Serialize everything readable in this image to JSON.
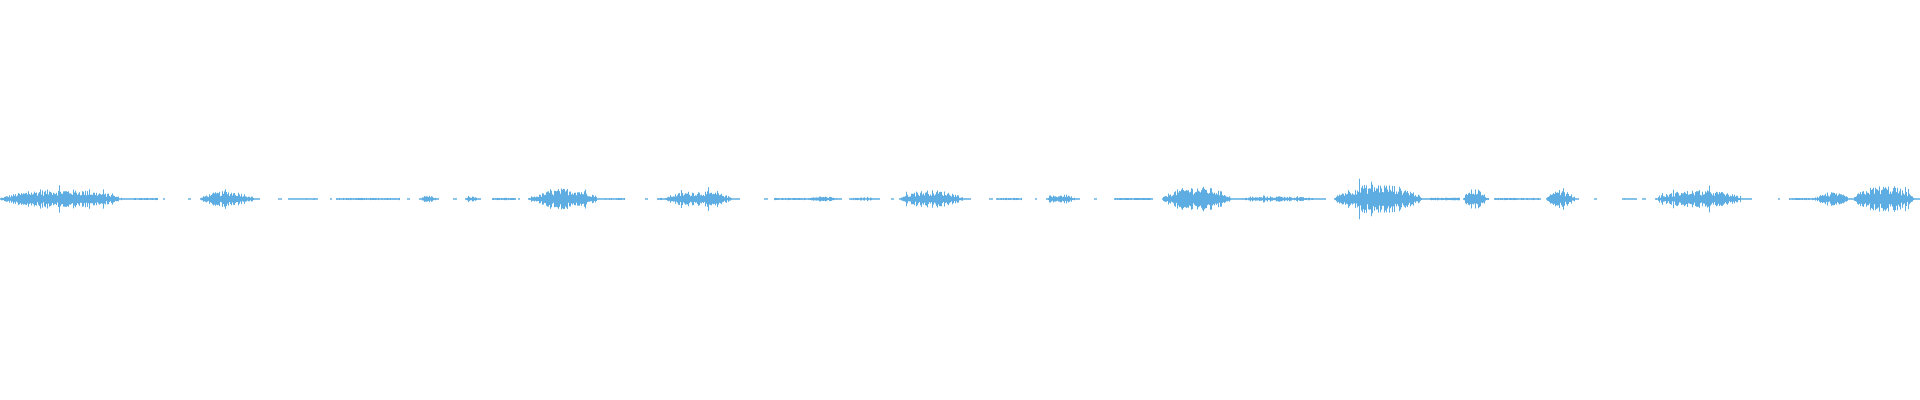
{
  "waveform": {
    "wave_color": "#5dade2",
    "background_color": "#ffffff",
    "peak_scale": 0.045,
    "segments": [
      {
        "start": 0.0,
        "end": 0.07,
        "amp": 0.55,
        "noisy": true
      },
      {
        "start": 0.07,
        "end": 0.082,
        "amp": 0.1,
        "noisy": false
      },
      {
        "start": 0.104,
        "end": 0.135,
        "amp": 0.45,
        "noisy": true
      },
      {
        "start": 0.15,
        "end": 0.165,
        "amp": 0.08,
        "noisy": false
      },
      {
        "start": 0.175,
        "end": 0.208,
        "amp": 0.1,
        "noisy": false
      },
      {
        "start": 0.218,
        "end": 0.228,
        "amp": 0.2,
        "noisy": true
      },
      {
        "start": 0.242,
        "end": 0.25,
        "amp": 0.15,
        "noisy": true
      },
      {
        "start": 0.256,
        "end": 0.268,
        "amp": 0.1,
        "noisy": false
      },
      {
        "start": 0.275,
        "end": 0.282,
        "amp": 0.15,
        "noisy": true
      },
      {
        "start": 0.278,
        "end": 0.315,
        "amp": 0.6,
        "noisy": true
      },
      {
        "start": 0.315,
        "end": 0.325,
        "amp": 0.1,
        "noisy": false
      },
      {
        "start": 0.342,
        "end": 0.35,
        "amp": 0.1,
        "noisy": false
      },
      {
        "start": 0.346,
        "end": 0.385,
        "amp": 0.45,
        "noisy": true
      },
      {
        "start": 0.403,
        "end": 0.42,
        "amp": 0.1,
        "noisy": false
      },
      {
        "start": 0.42,
        "end": 0.438,
        "amp": 0.15,
        "noisy": true
      },
      {
        "start": 0.442,
        "end": 0.458,
        "amp": 0.1,
        "noisy": true
      },
      {
        "start": 0.468,
        "end": 0.505,
        "amp": 0.5,
        "noisy": true
      },
      {
        "start": 0.519,
        "end": 0.532,
        "amp": 0.1,
        "noisy": false
      },
      {
        "start": 0.545,
        "end": 0.562,
        "amp": 0.25,
        "noisy": true
      },
      {
        "start": 0.58,
        "end": 0.6,
        "amp": 0.1,
        "noisy": false
      },
      {
        "start": 0.605,
        "end": 0.645,
        "amp": 0.7,
        "noisy": true
      },
      {
        "start": 0.645,
        "end": 0.69,
        "amp": 0.15,
        "noisy": true
      },
      {
        "start": 0.695,
        "end": 0.745,
        "amp": 0.85,
        "noisy": true
      },
      {
        "start": 0.745,
        "end": 0.76,
        "amp": 0.12,
        "noisy": false
      },
      {
        "start": 0.762,
        "end": 0.775,
        "amp": 0.1,
        "noisy": false
      },
      {
        "start": 0.762,
        "end": 0.775,
        "amp": 0.6,
        "noisy": true
      },
      {
        "start": 0.778,
        "end": 0.802,
        "amp": 0.1,
        "noisy": false
      },
      {
        "start": 0.805,
        "end": 0.822,
        "amp": 0.45,
        "noisy": true
      },
      {
        "start": 0.845,
        "end": 0.852,
        "amp": 0.08,
        "noisy": false
      },
      {
        "start": 0.862,
        "end": 0.912,
        "amp": 0.5,
        "noisy": true
      },
      {
        "start": 0.932,
        "end": 0.945,
        "amp": 0.1,
        "noisy": false
      },
      {
        "start": 0.945,
        "end": 0.965,
        "amp": 0.35,
        "noisy": true
      },
      {
        "start": 0.965,
        "end": 1.0,
        "amp": 0.75,
        "noisy": true
      }
    ],
    "dots": [
      0.085,
      0.098,
      0.145,
      0.172,
      0.212,
      0.236,
      0.27,
      0.336,
      0.398,
      0.414,
      0.464,
      0.515,
      0.539,
      0.57,
      0.592,
      0.598,
      0.653,
      0.7,
      0.77,
      0.83,
      0.855,
      0.926
    ]
  }
}
